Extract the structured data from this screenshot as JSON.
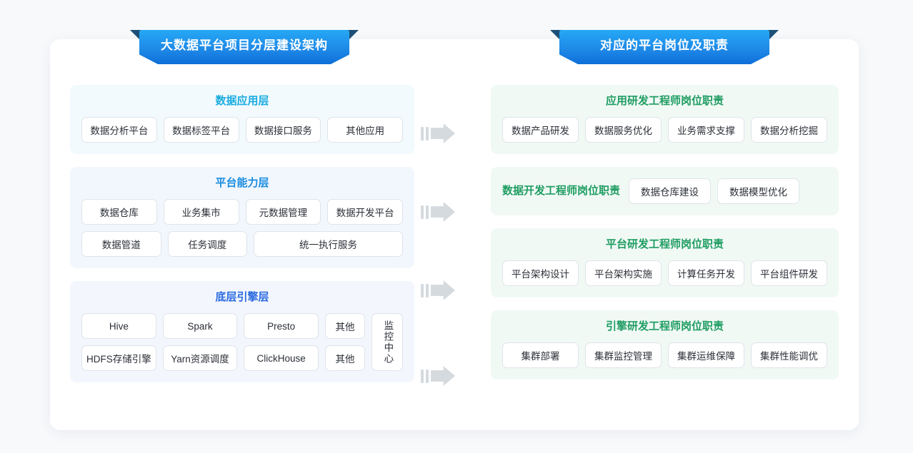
{
  "banners": {
    "left": {
      "label": "大数据平台项目分层建设架构"
    },
    "right": {
      "label": "对应的平台岗位及职责"
    }
  },
  "colors": {
    "banner_blue": "#1f8ae8",
    "banner_tail": "#1c4f77",
    "cyan_title": "#1aace0",
    "blue_title": "#2a6ae0",
    "green_title": "#1f9d62",
    "arrow_gray": "#d5dadf"
  },
  "left_panels": [
    {
      "title": "数据应用层",
      "title_color": "#1aace0",
      "bg": "#f2fafd",
      "rows": [
        [
          "数据分析平台",
          "数据标签平台",
          "数据接口服务",
          "其他应用"
        ]
      ]
    },
    {
      "title": "平台能力层",
      "title_color": "#1a8ce0",
      "bg": "#f1f7fd",
      "rows": [
        [
          "数据仓库",
          "业务集市",
          "元数据管理",
          "数据开发平台"
        ],
        [
          "数据管道",
          "任务调度",
          "统一执行服务"
        ]
      ]
    },
    {
      "title": "底层引擎层",
      "title_color": "#2a6ae0",
      "bg": "#f3f6fd",
      "rows": [
        [
          "Hive",
          "Spark",
          "Presto",
          "其他"
        ],
        [
          "HDFS存储引擎",
          "Yarn资源调度",
          "ClickHouse",
          "其他"
        ]
      ],
      "side_box": "监控中心"
    }
  ],
  "right_panels": [
    {
      "title": "应用研发工程师岗位职责",
      "title_color": "#1f9d62",
      "bg": "#f1f9f5",
      "layout": "stacked",
      "rows": [
        [
          "数据产品研发",
          "数据服务优化",
          "业务需求支撑",
          "数据分析挖掘"
        ]
      ]
    },
    {
      "title": "数据开发工程师岗位职责",
      "title_color": "#1f9d62",
      "bg": "#f1f9f5",
      "layout": "inline",
      "rows": [
        [
          "数据仓库建设",
          "数据模型优化"
        ]
      ]
    },
    {
      "title": "平台研发工程师岗位职责",
      "title_color": "#1f9d62",
      "bg": "#f1f9f5",
      "layout": "stacked",
      "rows": [
        [
          "平台架构设计",
          "平台架构实施",
          "计算任务开发",
          "平台组件研发"
        ]
      ]
    },
    {
      "title": "引擎研发工程师岗位职责",
      "title_color": "#1f9d62",
      "bg": "#f1f9f5",
      "layout": "stacked",
      "rows": [
        [
          "集群部署",
          "集群监控管理",
          "集群运维保障",
          "集群性能调优"
        ]
      ]
    }
  ],
  "arrows": [
    {
      "name": "arrow-application-layer"
    },
    {
      "name": "arrow-platform-layer"
    },
    {
      "name": "arrow-engine-layer-1"
    },
    {
      "name": "arrow-engine-layer-2"
    }
  ]
}
